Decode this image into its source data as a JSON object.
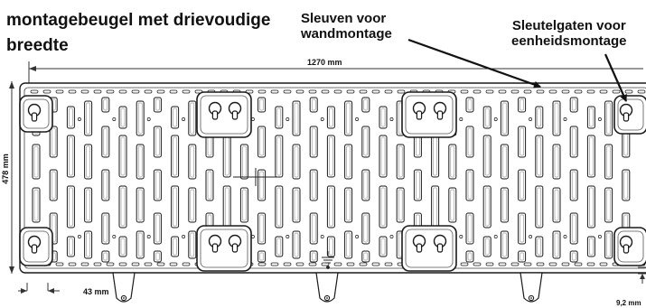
{
  "title": {
    "line1": "montagebeugel met drievoudige",
    "line2": "breedte"
  },
  "callouts": {
    "wall_slots": [
      "Sleuven voor",
      "wandmontage"
    ],
    "keyholes": [
      "Sleutelgaten voor",
      "eenheidsmontage"
    ]
  },
  "dimensions": {
    "width": "1270 mm",
    "height": "478 mm",
    "edge_offset": "43 mm",
    "tab_depth": "9,2 mm"
  },
  "colors": {
    "line": "#1a1a1a",
    "plate": "#ffffff"
  }
}
